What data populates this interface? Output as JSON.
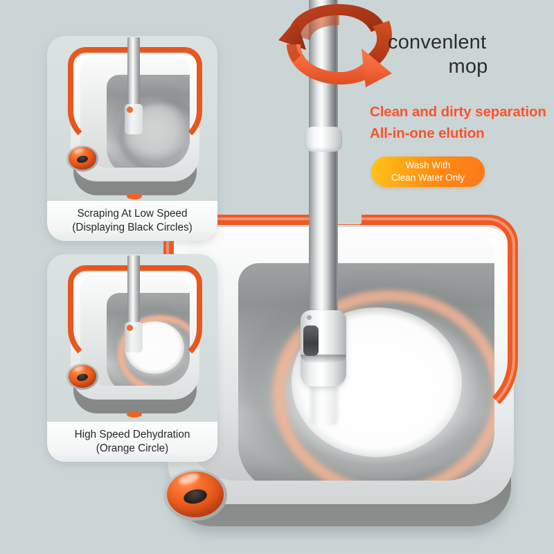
{
  "page": {
    "background_color": "#ccd5d6",
    "product": "spin mop bucket"
  },
  "title": {
    "line1": "convenlent",
    "line2": "mop",
    "color": "#2c2c2c"
  },
  "headline": {
    "line1": "Clean and dirty separation",
    "line2": "All-in-one elution",
    "color": "#f8532e"
  },
  "badge": {
    "line1": "Wash With",
    "line2": "Clean Water Only",
    "gradient_start": "#ffc419",
    "gradient_end": "#fb7a18",
    "text_color": "#ffffff"
  },
  "panels": [
    {
      "caption_line1": "Scraping At Low Speed",
      "caption_line2": "(Displaying Black Circles)",
      "ring_color": "#787d7e",
      "ring_type": "black-circle"
    },
    {
      "caption_line1": "High Speed Dehydration",
      "caption_line2": "(Orange Circle)",
      "ring_color": "#f6b292",
      "ring_type": "orange-circle"
    }
  ],
  "product_colors": {
    "rim_orange": "#ef5a24",
    "body_grey": "#8e9090",
    "basin_white": "#f4f6f6",
    "pole_steel": "#d7dadb",
    "motion_ring": "#f6b494"
  },
  "rotation_arrow": {
    "label": "spin rotation",
    "front_color": "#f2663a",
    "back_color": "#b33a1c"
  }
}
